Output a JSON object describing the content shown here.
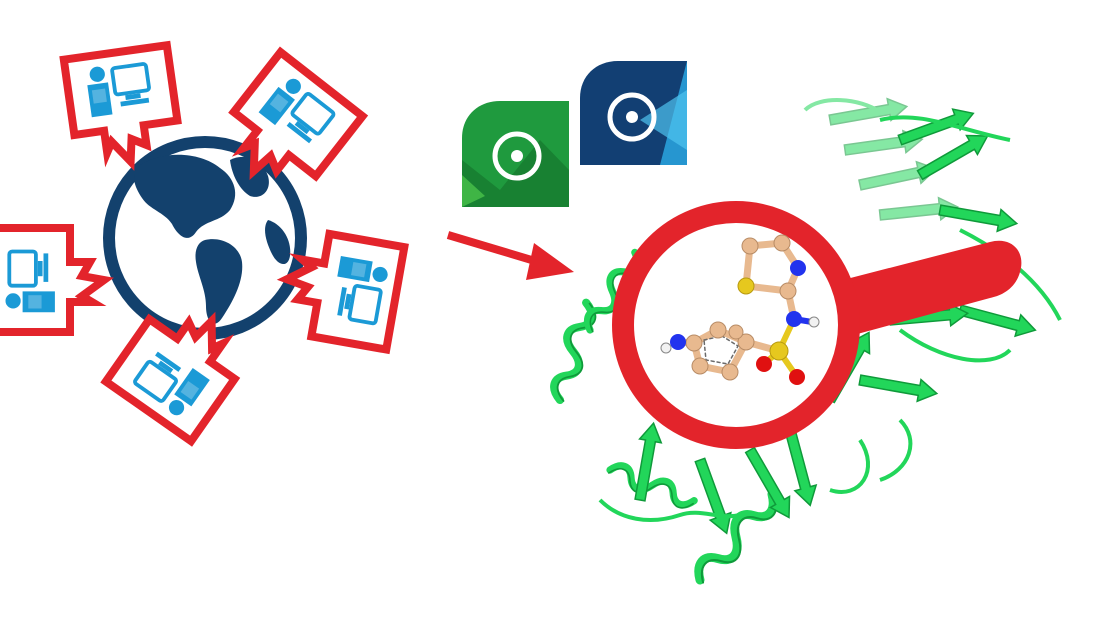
{
  "colors": {
    "callout_red": "#e3242b",
    "globe_blue": "#13416d",
    "person_blue": "#1b9ad6",
    "app_green": "#1f9a3e",
    "app_green_light": "#3fb545",
    "app_navy": "#123f73",
    "app_cyan": "#2aa6e0",
    "protein_green": "#22d65a",
    "carbon_tan": "#e8b98f",
    "nitrogen_blue": "#2233ee",
    "sulfur_yellow": "#e6c81e",
    "oxygen_red": "#e01010",
    "hydrogen_white": "#f2f2f2"
  },
  "icons": {
    "globe": "globe-icon",
    "user_at_computer": "user-computer-icon",
    "flow_arrow": "arrow-right-icon",
    "app_green": "app-icon-green",
    "app_blue": "app-icon-blue",
    "magnifier": "magnifier-icon",
    "protein": "protein-ribbon",
    "molecule": "ligand-molecule"
  },
  "workstations": [
    {
      "name": "workstation-top-left"
    },
    {
      "name": "workstation-top-right"
    },
    {
      "name": "workstation-left"
    },
    {
      "name": "workstation-right"
    },
    {
      "name": "workstation-bottom"
    }
  ]
}
